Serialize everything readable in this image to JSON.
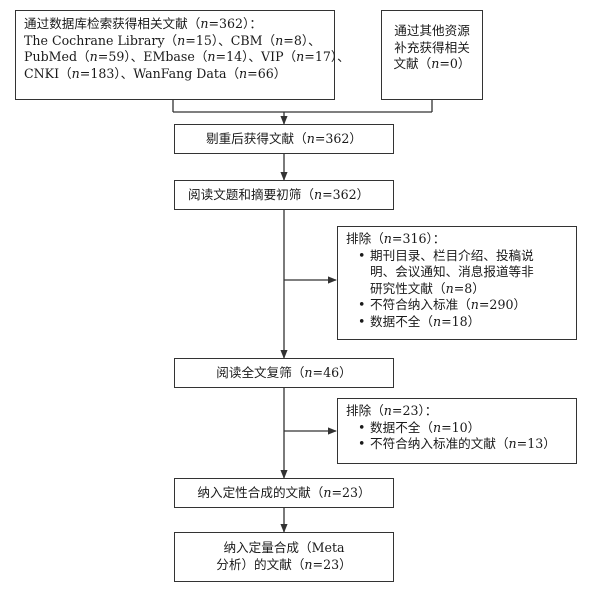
{
  "boxes": {
    "database": {
      "lines": [
        [
          "通过数据库检索获得相关文献（",
          "n",
          "=362）："
        ],
        [
          "The Cochrane Library（",
          "n",
          "=15）、CBM（",
          "n",
          "=8）、"
        ],
        [
          "PubMed（",
          "n",
          "=59）、EMbase（",
          "n",
          "=14）、VIP（",
          "n",
          "=17）、"
        ],
        [
          "CNKI（",
          "n",
          "=183）、WanFang Data（",
          "n",
          "=66）"
        ]
      ]
    },
    "other": {
      "lines": [
        [
          "通过其他资源"
        ],
        [
          "补充获得相关"
        ],
        [
          "文献（",
          "n",
          "=0）"
        ]
      ]
    },
    "dedup": {
      "lines": [
        [
          "剔重后获得文献（",
          "n",
          "=362）"
        ]
      ]
    },
    "title_screen": {
      "lines": [
        [
          "阅读文题和摘要初筛（",
          "n",
          "=362）"
        ]
      ]
    },
    "exclude1": {
      "header": [
        "排除（",
        "n",
        "=316）："
      ],
      "items": [
        {
          "lines": [
            [
              "期刊目录、栏目介绍、投稿说"
            ],
            [
              "明、会议通知、消息报道等非"
            ],
            [
              "研究性文献（",
              "n",
              "=8）"
            ]
          ]
        },
        {
          "lines": [
            [
              "不符合纳入标准（",
              "n",
              "=290）"
            ]
          ]
        },
        {
          "lines": [
            [
              "数据不全（",
              "n",
              "=18）"
            ]
          ]
        }
      ]
    },
    "fulltext": {
      "lines": [
        [
          "阅读全文复筛（",
          "n",
          "=46）"
        ]
      ]
    },
    "exclude2": {
      "header": [
        "排除（",
        "n",
        "=23）："
      ],
      "items": [
        {
          "lines": [
            [
              "数据不全（",
              "n",
              "=10）"
            ]
          ]
        },
        {
          "lines": [
            [
              "不符合纳入标准的文献（",
              "n",
              "=13）"
            ]
          ]
        }
      ]
    },
    "qualitative": {
      "lines": [
        [
          "纳入定性合成的文献（",
          "n",
          "=23）"
        ]
      ]
    },
    "quantitative": {
      "lines": [
        [
          "纳入定量合成（Meta"
        ],
        [
          "分析）的文献（",
          "n",
          "=23）"
        ]
      ]
    }
  },
  "bullet_symbol": "•"
}
